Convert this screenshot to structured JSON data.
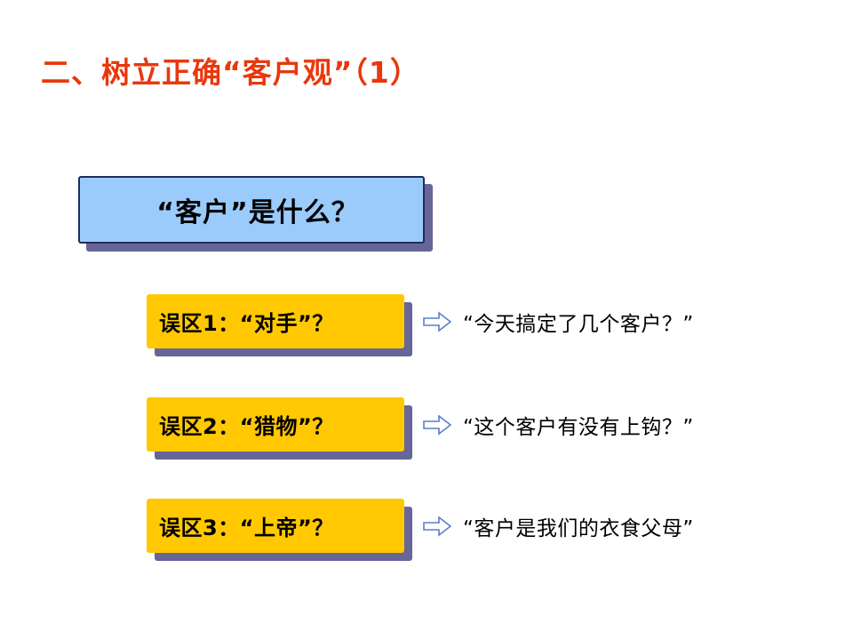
{
  "slide": {
    "title": "二、树立正确“客户观”（1）",
    "headline_box": {
      "label": "“客户”是什么？",
      "fill_color": "#9ACBFB",
      "border_color": "#1F2D5A",
      "shadow_color": "#666699"
    },
    "rows": [
      {
        "box_label": "误区1：“对手”？",
        "arrow_icon": "right-block-arrow-icon",
        "caption": "“今天搞定了几个客户？”"
      },
      {
        "box_label": "误区2：“猎物”？",
        "arrow_icon": "right-block-arrow-icon",
        "caption": "“这个客户有没有上钩？”"
      },
      {
        "box_label": "误区3：“上帝”？",
        "arrow_icon": "right-block-arrow-icon",
        "caption": "“客户是我们的衣食父母”"
      }
    ],
    "colors": {
      "title": "#E8380D",
      "yellow_box": "#FFC800",
      "shadow": "#666699",
      "arrow_outline": "#5B7FC7",
      "background": "#FFFFFF"
    }
  }
}
